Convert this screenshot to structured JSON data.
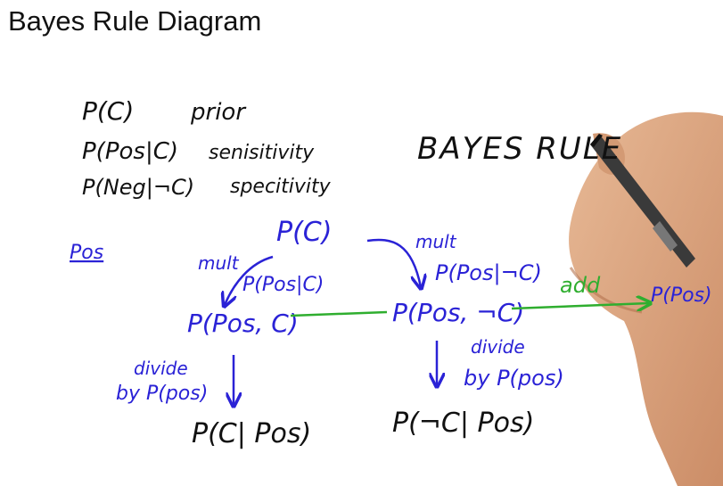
{
  "title": "Bayes Rule Diagram",
  "header_note": "BAYES RULE",
  "definitions": [
    {
      "term": "P(C)",
      "name": "prior"
    },
    {
      "term": "P(Pos|C)",
      "name": "senisitivity"
    },
    {
      "term": "P(Neg|¬C)",
      "name": "specitivity"
    }
  ],
  "side_label": "Pos",
  "nodes": {
    "root": "P(C)",
    "joint_c": "P(Pos, C)",
    "joint_not_c": "P(Pos, ¬C)",
    "post_c": "P(C| Pos)",
    "post_not_c": "P(¬C| Pos)",
    "sum": "P(Pos)"
  },
  "edge_labels": {
    "mult_left": "mult",
    "sens_left": "P(Pos|C)",
    "mult_right": "mult",
    "sens_right": "P(Pos|¬C)",
    "add": "add",
    "divide_left": "divide",
    "by_left": "by P(pos)",
    "divide_right": "divide",
    "by_right": "by P(pos)"
  },
  "colors": {
    "ink_black": "#111111",
    "ink_blue": "#2a22d6",
    "ink_green": "#2fae2f",
    "skin": "#d9a27d"
  }
}
